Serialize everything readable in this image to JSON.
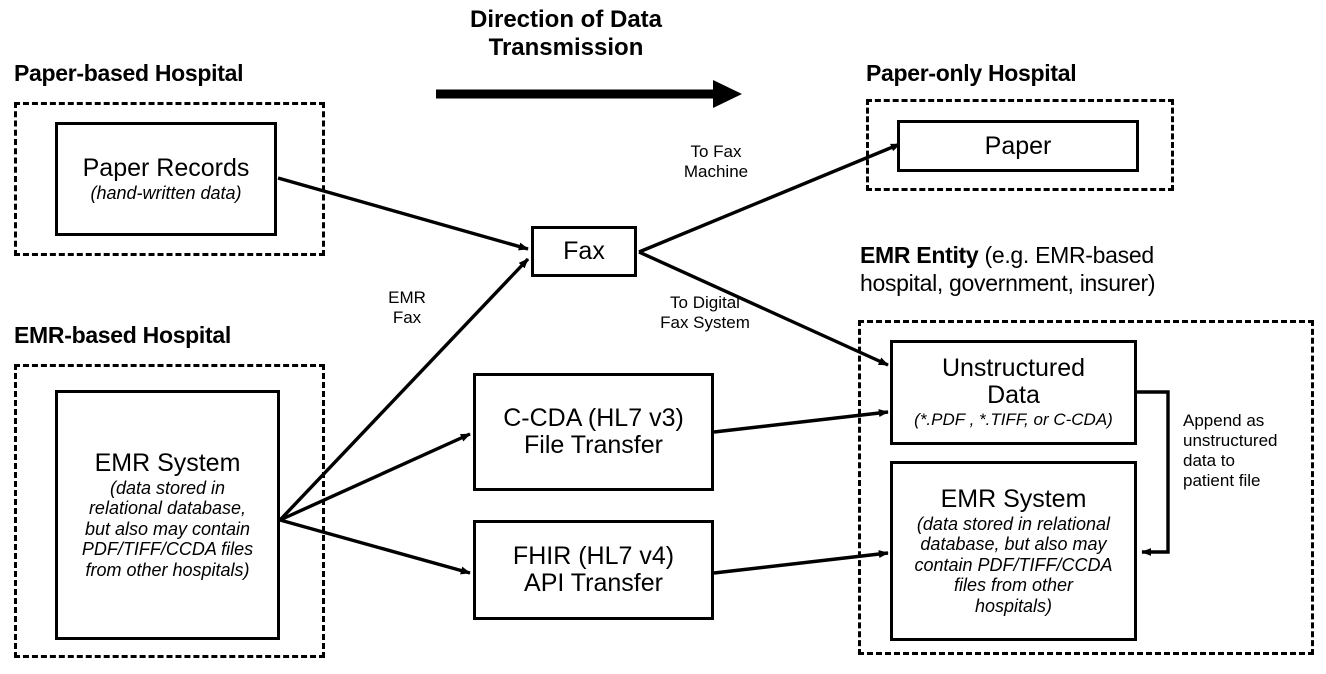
{
  "header": {
    "title": "Direction of Data\nTransmission",
    "arrow_icon": "right-arrow-icon"
  },
  "groups": {
    "paper_based_hospital": {
      "label": "Paper-based Hospital"
    },
    "emr_based_hospital": {
      "label": "EMR-based Hospital"
    },
    "paper_only_hospital": {
      "label": "Paper-only Hospital"
    },
    "emr_entity": {
      "label_bold": "EMR Entity",
      "label_rest": " (e.g. EMR-based\nhospital, government, insurer)"
    }
  },
  "nodes": {
    "paper_records": {
      "title": "Paper Records",
      "subtitle": "(hand-written data)"
    },
    "emr_system_source": {
      "title": "EMR System",
      "subtitle": "(data stored in\nrelational database,\nbut also may contain\nPDF/TIFF/CCDA files\nfrom other hospitals)"
    },
    "fax": {
      "title": "Fax"
    },
    "ccda_transfer": {
      "title": "C-CDA (HL7 v3)\nFile Transfer"
    },
    "fhir_transfer": {
      "title": "FHIR (HL7 v4)\nAPI Transfer"
    },
    "paper": {
      "title": "Paper"
    },
    "unstructured_data": {
      "title": "Unstructured\nData",
      "subtitle": "(*.PDF , *.TIFF, or C-CDA)"
    },
    "emr_system_target": {
      "title": "EMR System",
      "subtitle": "(data stored in relational\ndatabase, but also may\ncontain PDF/TIFF/CCDA\nfiles from other\nhospitals)"
    }
  },
  "edge_labels": {
    "emr_fax": "EMR\nFax",
    "to_fax_machine": "To Fax\nMachine",
    "to_digital_fax_system": "To Digital\nFax System",
    "append_as_unstructured": "Append as\nunstructured\ndata to\npatient file"
  },
  "colors": {
    "stroke": "#000000",
    "background": "#ffffff"
  }
}
